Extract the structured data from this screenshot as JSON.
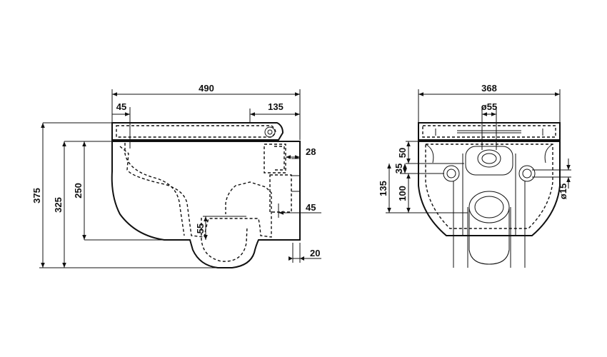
{
  "side_view": {
    "overall_width": "490",
    "pan_offset": "45",
    "seat_hinge": "135",
    "inlet_depth": "28",
    "outlet_offset": "45",
    "wall_gap": "20",
    "total_height": "375",
    "bowl_height": "325",
    "rim_height": "250",
    "outlet_height": "55"
  },
  "front_view": {
    "overall_width": "368",
    "inlet_diameter": "ø55",
    "fixing_diameter": "ø15",
    "dim_50": "50",
    "dim_35": "35",
    "dim_135": "135",
    "dim_100": "100"
  }
}
